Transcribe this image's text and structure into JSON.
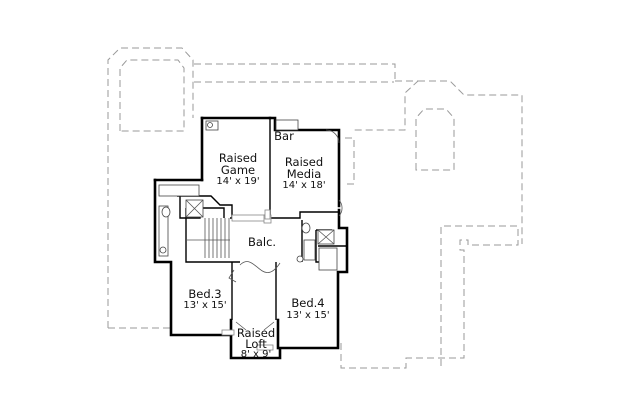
{
  "plan": {
    "title": "Second Floor Plan",
    "rooms": [
      {
        "id": "raised-game",
        "name_lines": [
          "Raised",
          "Game"
        ],
        "size": "14' x 19'"
      },
      {
        "id": "raised-media",
        "name_lines": [
          "Raised",
          "Media"
        ],
        "size": "14' x 18'"
      },
      {
        "id": "bar",
        "name_lines": [
          "Bar"
        ],
        "size": ""
      },
      {
        "id": "balcony",
        "name_lines": [
          "Balc."
        ],
        "size": ""
      },
      {
        "id": "bed-3",
        "name_lines": [
          "Bed.3"
        ],
        "size": "13' x 15'"
      },
      {
        "id": "bed-4",
        "name_lines": [
          "Bed.4"
        ],
        "size": "13' x 15'"
      },
      {
        "id": "raised-loft",
        "name_lines": [
          "Raised",
          "Loft"
        ],
        "size": "8' x 9'"
      }
    ],
    "colors": {
      "walls": "#000000",
      "outline_below": "#9a9a9a",
      "background": "#ffffff"
    }
  }
}
